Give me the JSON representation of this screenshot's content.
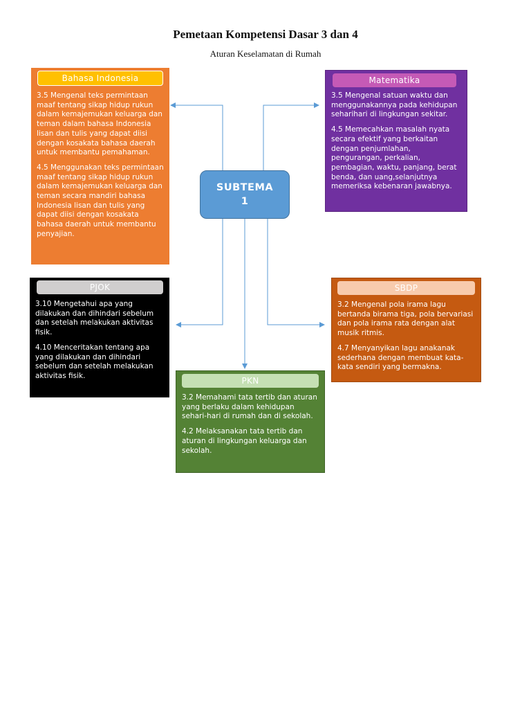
{
  "title": "Pemetaan Kompetensi Dasar 3 dan 4",
  "subtitle": "Aturan Keselamatan di Rumah",
  "center": {
    "line1": "SUBTEMA",
    "line2": "1"
  },
  "subjects": {
    "bahasa": {
      "label": "Bahasa Indonesia",
      "kd3": "3.5 Mengenal teks permintaan maaf tentang sikap hidup rukun dalam kemajemukan keluarga dan teman dalam bahasa Indonesia lisan dan tulis yang dapat diisi dengan kosakata bahasa daerah untuk membantu pemahaman.",
      "kd4": "4.5 Menggunakan teks permintaan maaf tentang sikap hidup rukun dalam kemajemukan keluarga dan teman secara mandiri bahasa Indonesia lisan dan tulis yang dapat diisi dengan kosakata bahasa daerah untuk membantu penyajian.",
      "color": "#ed7d31"
    },
    "matematika": {
      "label": "Matematika",
      "kd3": "3.5 Mengenal satuan waktu dan menggunakannya pada kehidupan seharihari di lingkungan sekitar.",
      "kd4": "4.5 Memecahkan masalah nyata secara efektif yang berkaitan dengan penjumlahan, pengurangan, perkalian, pembagian, waktu, panjang, berat benda, dan uang,selanjutnya memeriksa kebenaran jawabnya.",
      "color": "#7030a0"
    },
    "pjok": {
      "label": "PJOK",
      "kd3": "3.10 Mengetahui apa yang dilakukan dan dihindari sebelum dan setelah melakukan aktivitas fisik.",
      "kd4": "4.10 Menceritakan tentang apa yang dilakukan dan dihindari sebelum dan setelah melakukan aktivitas fisik.",
      "color": "#000000"
    },
    "sbdp": {
      "label": "SBDP",
      "kd3": "3.2 Mengenal pola irama lagu bertanda birama tiga, pola bervariasi dan pola irama rata dengan alat musik ritmis.",
      "kd4": "4.7 Menyanyikan lagu anakanak sederhana dengan membuat kata-kata sendiri yang bermakna.",
      "color": "#c55a11"
    },
    "pkn": {
      "label": "PKN",
      "kd3": "3.2 Memahami tata tertib dan aturan yang berlaku dalam kehidupan sehari-hari di rumah dan di sekolah.",
      "kd4": "4.2 Melaksanakan tata tertib dan aturan di lingkungan keluarga dan sekolah.",
      "color": "#548235"
    }
  },
  "colors": {
    "connector": "#5b9bd5",
    "center_fill": "#5b9bd5"
  }
}
